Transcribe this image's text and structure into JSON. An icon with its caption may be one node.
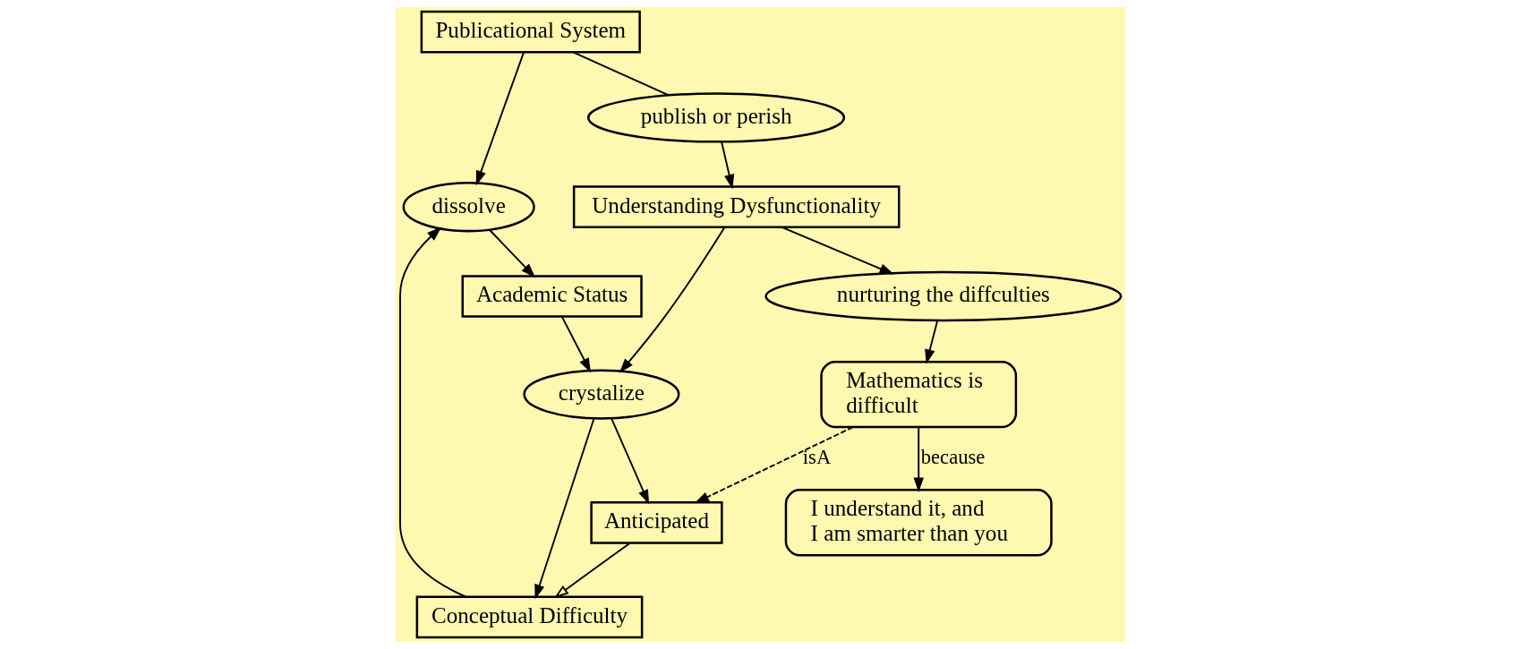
{
  "diagram": {
    "nodes": [
      {
        "text": [
          "dissolve"
        ]
      },
      {
        "text": [
          "Publicational System"
        ]
      },
      {
        "text": [
          "Conceptual Difficulty"
        ]
      },
      {
        "text": [
          "Academic Status"
        ]
      },
      {
        "text": [
          "publish or perish"
        ]
      },
      {
        "text": [
          "crystalize"
        ]
      },
      {
        "text": [
          "Understanding Dysfunctionality"
        ]
      },
      {
        "text": [
          "Anticipated"
        ]
      },
      {
        "text": [
          "nurturing the diffculties"
        ]
      },
      {
        "text": [
          "Mathematics is difficult"
        ]
      },
      {
        "text": [
          "I understand it, and I am smarter than you"
        ]
      }
    ],
    "edges": [
      {
        "from": 1,
        "to": 0,
        "arrow": "to"
      },
      {
        "from": 2,
        "to": 0,
        "arrow": "to"
      },
      {
        "from": 0,
        "to": 3,
        "arrow": "to"
      },
      {
        "from": 3,
        "to": 5,
        "arrow": "to"
      },
      {
        "from": 5,
        "to": 2,
        "arrow": "to"
      },
      {
        "from": 1,
        "to": 4,
        "arrow": "none"
      },
      {
        "from": 4,
        "to": 6,
        "arrow": "to"
      },
      {
        "from": 6,
        "to": 5,
        "arrow": "to"
      },
      {
        "from": 5,
        "to": 7,
        "arrow": "to"
      },
      {
        "from": 7,
        "to": 2,
        "arrow": "to"
      },
      {
        "from": 6,
        "to": 8,
        "arrow": "to"
      },
      {
        "from": 8,
        "to": 9,
        "arrow": "to"
      },
      {
        "from": 9,
        "to": 7,
        "arrow": "to",
        "label": "isA",
        "style": "dashed"
      },
      {
        "from": 9,
        "to": 10,
        "arrow": "to",
        "label": "because"
      }
    ]
  }
}
